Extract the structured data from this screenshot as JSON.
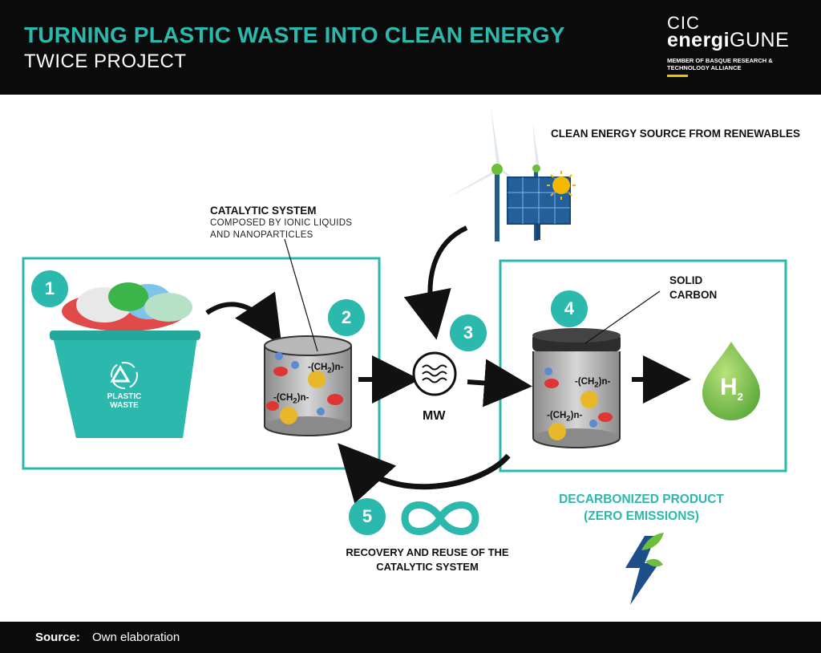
{
  "header": {
    "title": "TURNING PLASTIC WASTE INTO CLEAN ENERGY",
    "subtitle": "TWICE PROJECT",
    "logo_cic": "CIC",
    "logo_energi": "energi",
    "logo_gune": "GUNE",
    "logo_member": "MEMBER OF BASQUE RESEARCH & TECHNOLOGY ALLIANCE"
  },
  "labels": {
    "clean_energy": "CLEAN ENERGY SOURCE FROM RENEWABLES",
    "catalytic_title": "CATALYTIC SYSTEM",
    "catalytic_sub": "COMPOSED BY IONIC LIQUIDS AND NANOPARTICLES",
    "solid_carbon": "SOLID CARBON",
    "decarbonized": "DECARBONIZED PRODUCT (ZERO EMISSIONS)",
    "recovery": "RECOVERY AND REUSE OF THE CATALYTIC SYSTEM",
    "mw": "MW",
    "plastic_waste": "PLASTIC WASTE",
    "formula": "-(CH",
    "formula_sub": "2",
    "formula_end": ")n-",
    "h2": "H",
    "h2_sub": "2"
  },
  "steps": [
    "1",
    "2",
    "3",
    "4",
    "5"
  ],
  "footer": {
    "source_label": "Source:",
    "source_text": "Own elaboration"
  },
  "colors": {
    "accent": "#2bb8ad",
    "header_bg": "#0b0b0b",
    "logo_bar": "#f2c200"
  }
}
